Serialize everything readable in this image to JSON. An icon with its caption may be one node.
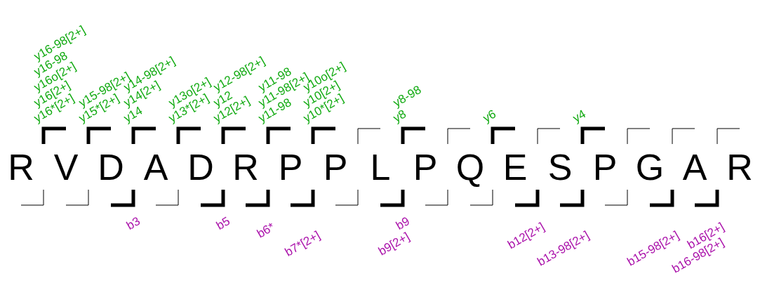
{
  "diagram": {
    "labels": [
      "R",
      "V",
      "D",
      "A",
      "D",
      "R",
      "P",
      "P",
      "L",
      "P",
      "Q",
      "E",
      "S",
      "P",
      "G",
      "A",
      "R",
      "y16*[2+]",
      "y16[2+]",
      "y16o[2+]",
      "y16-98",
      "y16-98[2+]",
      "y15*[2+]",
      "y15-98[2+]",
      "y14",
      "y14[2+]",
      "y14-98[2+]",
      "y13*[2+]",
      "y13o[2+]",
      "y12[2+]",
      "y12",
      "y12-98[2+]",
      "y11-98",
      "y11-98[2+]",
      "y11-98",
      "y10*[2+]",
      "y10[2+]",
      "y10o[2+]",
      "y8",
      "y8-98",
      "y6",
      "y4",
      "b3",
      "b5",
      "b6*",
      "b7*[2+]",
      "b9",
      "b9[2+]",
      "b12[2+]",
      "b13-98[2+]",
      "b15-98[2+]",
      "b16[2+]",
      "b16-98[2+]"
    ]
  }
}
